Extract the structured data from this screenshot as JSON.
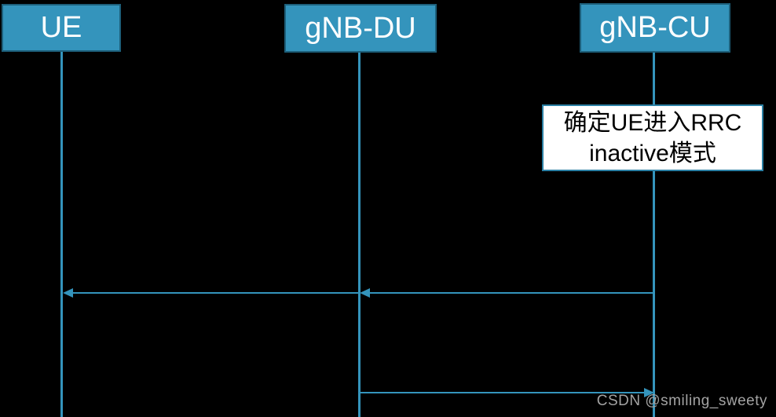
{
  "colors": {
    "background": "#000000",
    "accent": "#3494bc",
    "actor_fill": "#3494bc",
    "actor_border": "#1d5f7a",
    "actor_text": "#ffffff",
    "note_fill": "#ffffff",
    "note_border": "#2b80a4",
    "note_text": "#000000",
    "watermark_text": "#a3a3a3"
  },
  "diagram_type": "sequence",
  "actors": [
    {
      "id": "ue",
      "label": "UE"
    },
    {
      "id": "gnb-du",
      "label": "gNB-DU"
    },
    {
      "id": "gnb-cu",
      "label": "gNB-CU"
    }
  ],
  "note": {
    "attached_to": "gNB-CU",
    "lines": [
      "确定UE进入RRC",
      "inactive模式"
    ]
  },
  "messages": [
    {
      "from": "gNB-CU",
      "to": "gNB-DU",
      "direction": "left"
    },
    {
      "from": "gNB-DU",
      "to": "UE",
      "direction": "left"
    },
    {
      "from": "gNB-DU",
      "to": "gNB-CU",
      "direction": "right"
    }
  ],
  "watermark": {
    "label": "CSDN @smiling_sweety"
  }
}
